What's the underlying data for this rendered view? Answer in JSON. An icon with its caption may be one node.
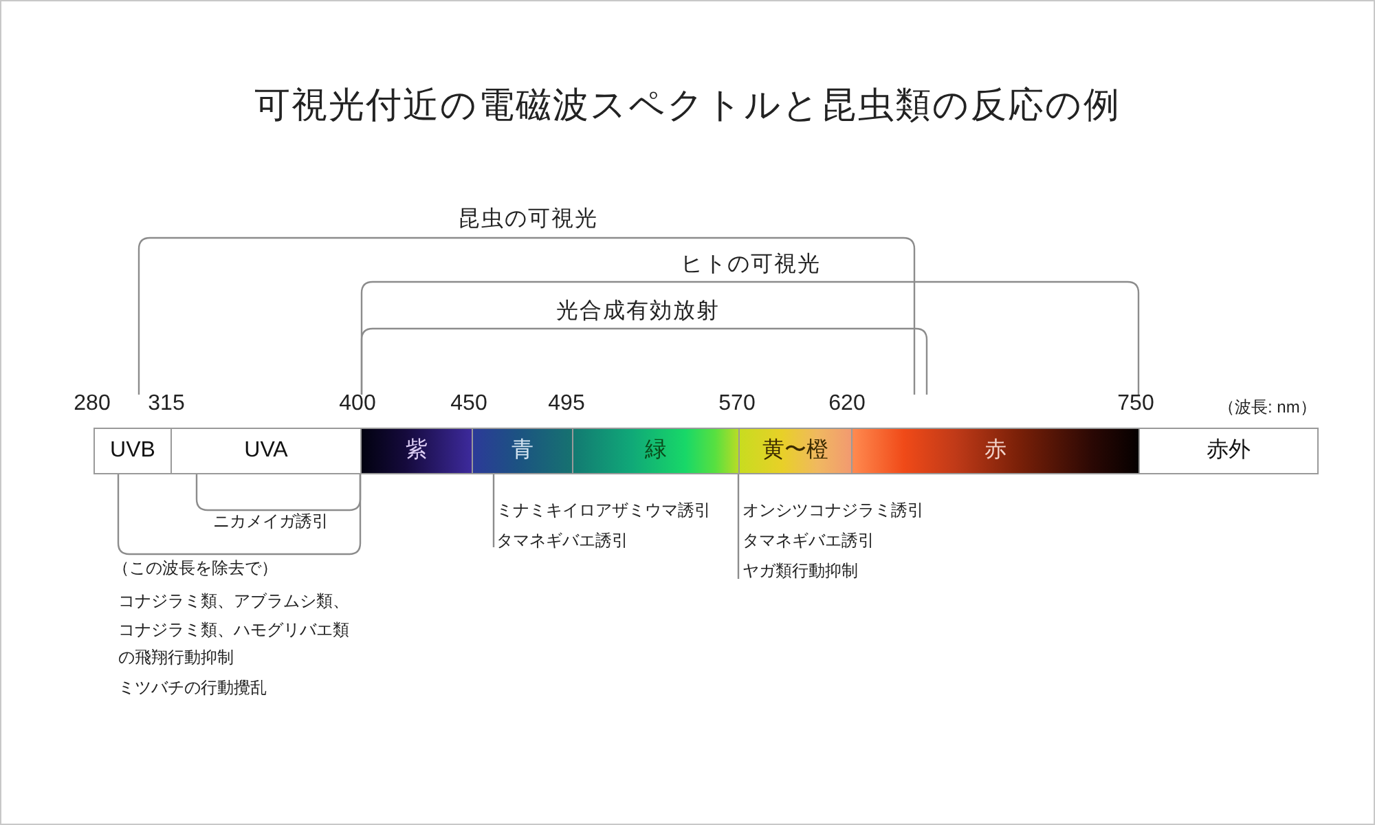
{
  "diagram": {
    "title": "可視光付近の電磁波スペクトルと昆虫類の反応の例",
    "nodes": [
      {
        "text": [
          "UVB"
        ]
      },
      {
        "text": [
          "UVA"
        ]
      },
      {
        "text": [
          "紫"
        ]
      },
      {
        "text": [
          "青"
        ]
      },
      {
        "text": [
          "緑"
        ]
      },
      {
        "text": [
          "黄〜橙"
        ]
      },
      {
        "text": [
          "赤"
        ]
      },
      {
        "text": [
          "赤外"
        ]
      }
    ],
    "labels": [
      "昆虫の可視光",
      "ヒトの可視光",
      "光合成有効放射",
      "280",
      "315",
      "400",
      "450",
      "495",
      "570",
      "620",
      "750",
      "（波長: nm）",
      "ミナミキイロアザミウマ誘引",
      "オンシツコナジラミ誘引",
      "ニカメイガ誘引",
      "タマネギバエ誘引",
      "タマネギバエ誘引",
      "（この波長を除去で）",
      "ヤガ類行動抑制",
      "コナジラミ類、アブラムシ類、コナジラミ類、ハモグリバエ類の飛翔行動抑制",
      "ミツバチの行動攪乱"
    ]
  }
}
